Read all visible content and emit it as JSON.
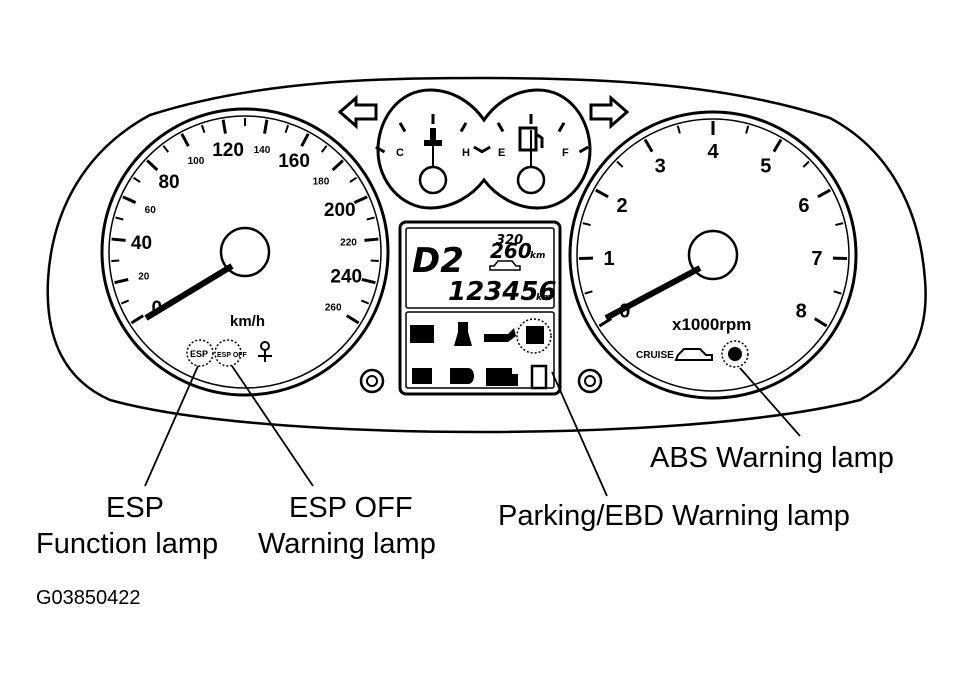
{
  "speedometer": {
    "unit": "km/h",
    "major_labels": [
      "0",
      "20",
      "40",
      "60",
      "80",
      "100",
      "120",
      "140",
      "160",
      "180",
      "200",
      "220",
      "240",
      "260"
    ]
  },
  "tachometer": {
    "unit": "x1000rpm",
    "labels": [
      "0",
      "1",
      "2",
      "3",
      "4",
      "5",
      "6",
      "7",
      "8"
    ]
  },
  "fuel_temp_gauge": {
    "left_marks": [
      "C",
      "H"
    ],
    "right_marks": [
      "E",
      "F"
    ]
  },
  "display": {
    "gear": "D2",
    "trip_top": "320",
    "trip_main": "260",
    "trip_unit": "km",
    "odometer": "123456",
    "odo_unit": "km"
  },
  "indicators": {
    "esp": "ESP",
    "esp_off": "ESP OFF",
    "cruise": "CRUISE"
  },
  "callouts": {
    "esp_function_line1": "ESP",
    "esp_function_line2": "Function lamp",
    "esp_off_line1": "ESP OFF",
    "esp_off_line2": "Warning lamp",
    "parking_ebd": "Parking/EBD Warning lamp",
    "abs": "ABS Warning lamp"
  },
  "figure_code": "G03850422",
  "colors": {
    "ink": "#000000",
    "paper": "#ffffff"
  }
}
